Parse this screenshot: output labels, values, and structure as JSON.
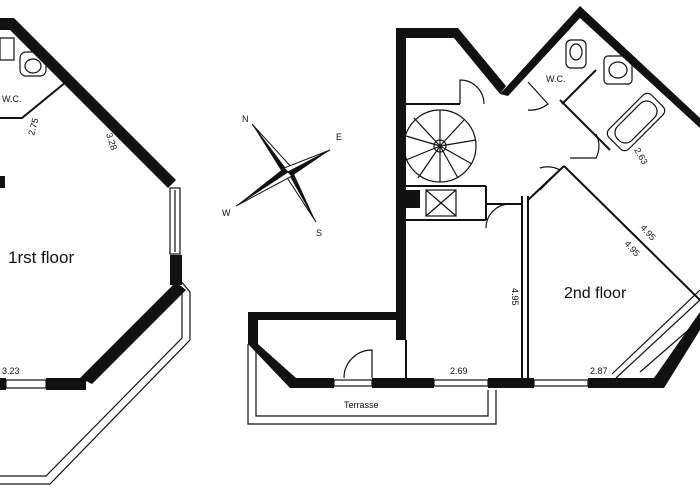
{
  "first_floor": {
    "title": "1rst floor",
    "wc_label": "W.C.",
    "dims": {
      "a": "2.75",
      "b": "3.28",
      "c": "3.23"
    }
  },
  "second_floor": {
    "title": "2nd floor",
    "wc_label": "W.C.",
    "terrace_label": "Terrasse",
    "dims": {
      "a": "2.63",
      "b": "4.95",
      "c": "4.95",
      "d": "4.95",
      "e": "2.69",
      "f": "2.87"
    }
  },
  "compass": {
    "n": "N",
    "e": "E",
    "s": "S",
    "w": "W"
  }
}
